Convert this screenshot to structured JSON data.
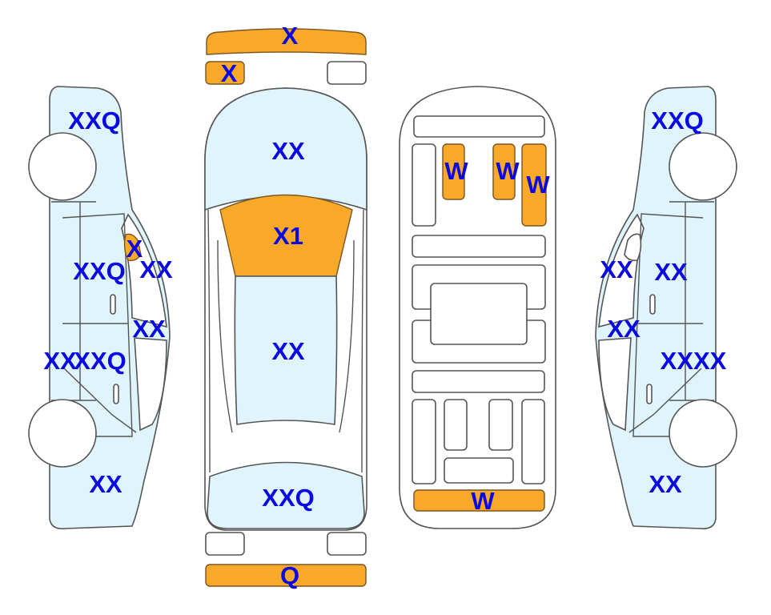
{
  "colors": {
    "panel": "#dff4fb",
    "damaged": "#f9a92a",
    "label": "#0a0ae0"
  },
  "top_view": {
    "front_bumper": "X",
    "front_left_light": "X",
    "hood": "XX",
    "windshield": "X1",
    "roof": "XX",
    "trunk": "XXQ",
    "rear_bumper": "Q"
  },
  "left_side": {
    "front_fender": "XXQ",
    "mirror": "X",
    "front_door": "XXQ",
    "front_window": "XX",
    "rear_window": "XX",
    "sill": "XX",
    "rear_door": "XXQ",
    "rear_quarter": "XX"
  },
  "underbody": {
    "part_a": "W",
    "part_b": "W",
    "part_c": "W",
    "rear": "W"
  },
  "right_side": {
    "front_fender": "XXQ",
    "front_window": "XX",
    "front_door": "XX",
    "rear_window": "XX",
    "rear_door": "XXXX",
    "rear_quarter": "XX"
  }
}
